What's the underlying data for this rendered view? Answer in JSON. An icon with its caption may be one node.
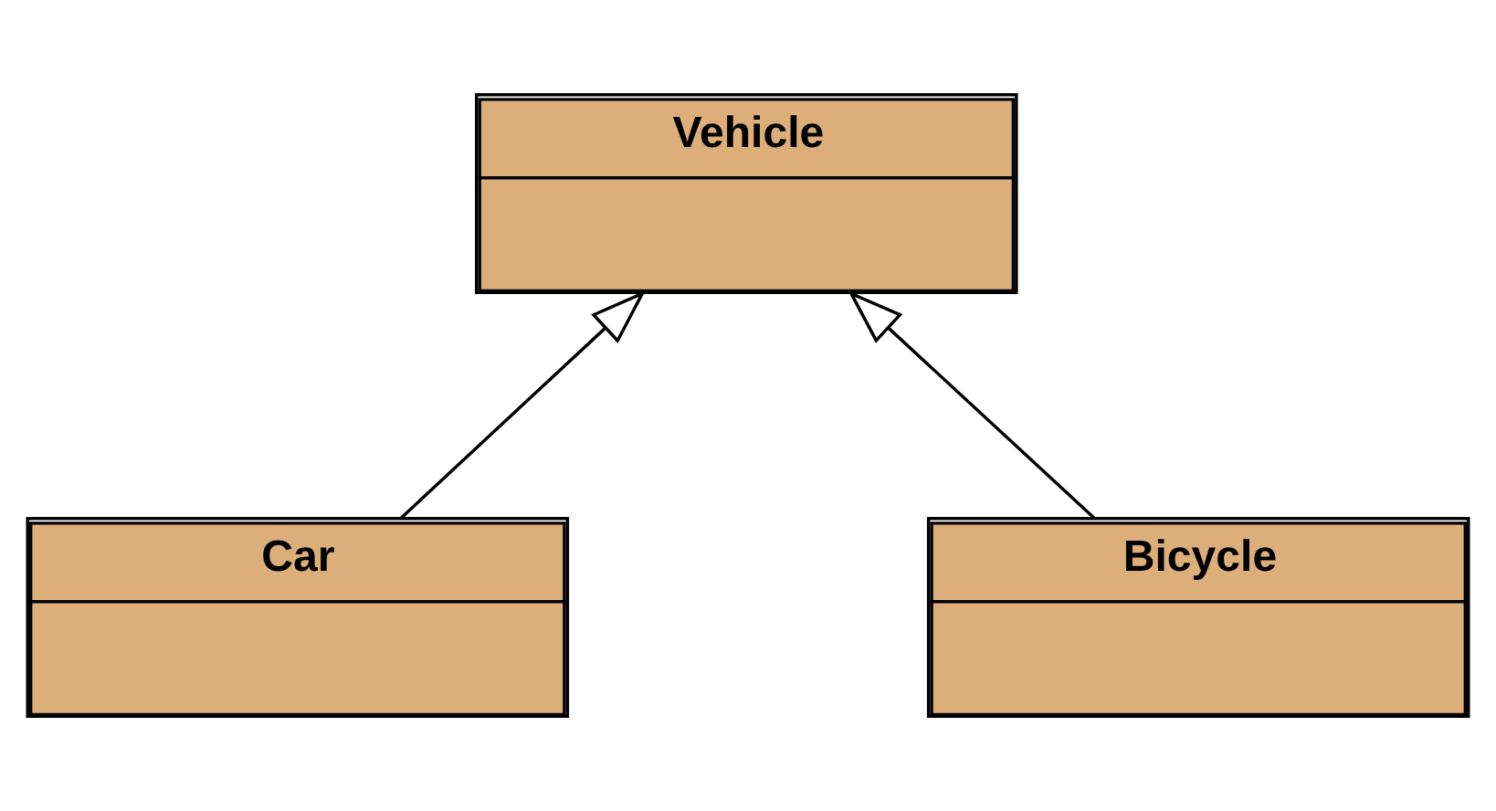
{
  "diagram": {
    "nodes": [
      {
        "text": [
          "Vehicle"
        ]
      },
      {
        "text": [
          "Car"
        ]
      },
      {
        "text": [
          "Bicycle"
        ]
      }
    ],
    "edges": [
      {
        "from": 1,
        "to": 0,
        "arrow": "to"
      },
      {
        "from": 2,
        "to": 0,
        "arrow": "to"
      }
    ]
  }
}
